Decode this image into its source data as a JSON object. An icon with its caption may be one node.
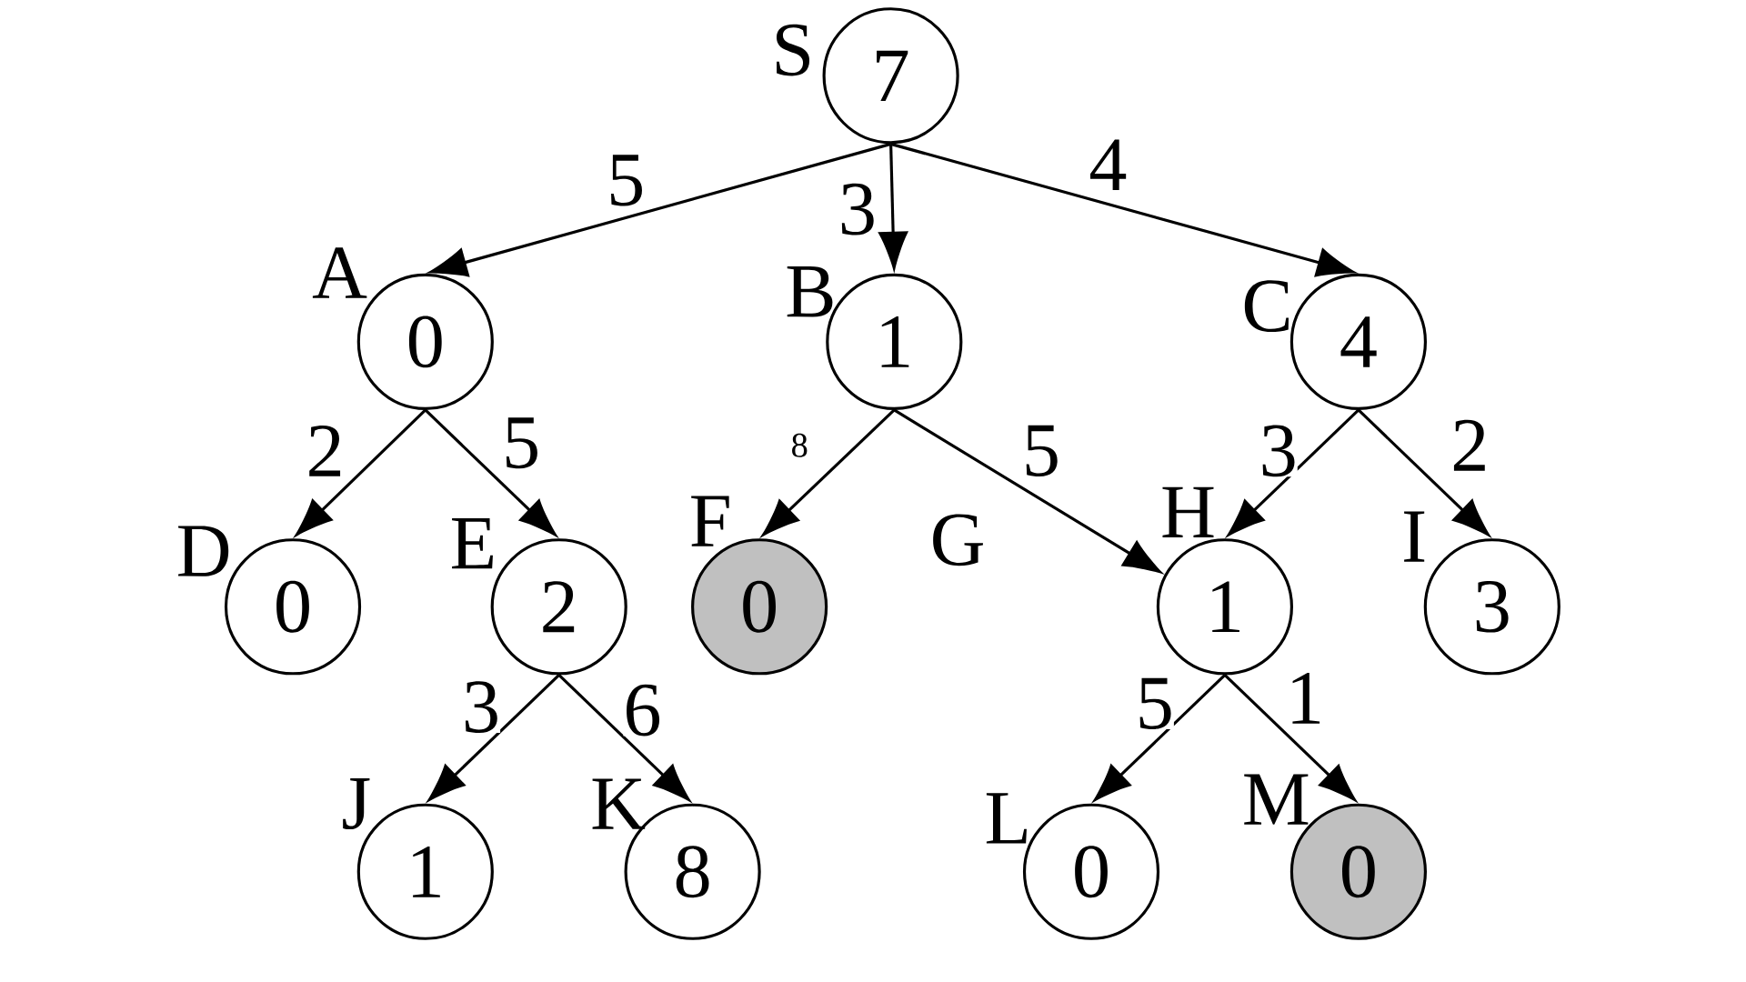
{
  "diagram": {
    "nodes": [
      {
        "text": [
          "S",
          "7"
        ]
      },
      {
        "text": [
          "A",
          "0"
        ]
      },
      {
        "text": [
          "B",
          "1"
        ]
      },
      {
        "text": [
          "C",
          "4"
        ]
      },
      {
        "text": [
          "D",
          "0"
        ]
      },
      {
        "text": [
          "E",
          "2"
        ]
      },
      {
        "text": [
          "F",
          "0"
        ]
      },
      {
        "text": [
          "H",
          "1"
        ]
      },
      {
        "text": [
          "I",
          "3"
        ]
      },
      {
        "text": [
          "J",
          "1"
        ]
      },
      {
        "text": [
          "K",
          "8"
        ]
      },
      {
        "text": [
          "L",
          "0"
        ]
      },
      {
        "text": [
          "M",
          "0"
        ]
      }
    ],
    "edges": [
      {
        "from": 0,
        "to": 1,
        "arrow": "to",
        "label": "5"
      },
      {
        "from": 0,
        "to": 2,
        "arrow": "to",
        "label": "3"
      },
      {
        "from": 0,
        "to": 3,
        "arrow": "to",
        "label": "4"
      },
      {
        "from": 1,
        "to": 4,
        "arrow": "to",
        "label": "2"
      },
      {
        "from": 1,
        "to": 5,
        "arrow": "to",
        "label": "5"
      },
      {
        "from": 2,
        "to": 6,
        "arrow": "to",
        "label": "8"
      },
      {
        "from": 2,
        "to": 7,
        "arrow": "to",
        "label": "5"
      },
      {
        "from": 3,
        "to": 7,
        "arrow": "to",
        "label": "3"
      },
      {
        "from": 3,
        "to": 8,
        "arrow": "to",
        "label": "2"
      },
      {
        "from": 5,
        "to": 9,
        "arrow": "to",
        "label": "3"
      },
      {
        "from": 5,
        "to": 10,
        "arrow": "to",
        "label": "6"
      },
      {
        "from": 7,
        "to": 11,
        "arrow": "to",
        "label": "5"
      },
      {
        "from": 7,
        "to": 12,
        "arrow": "to",
        "label": "1"
      }
    ],
    "labels": [
      "G"
    ]
  }
}
